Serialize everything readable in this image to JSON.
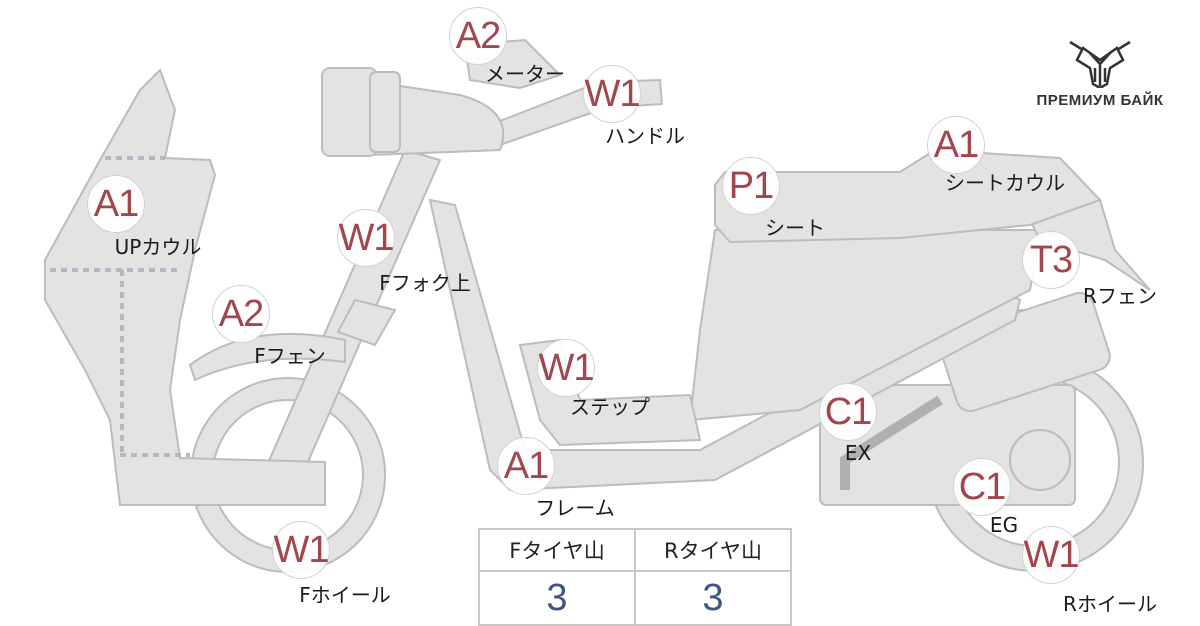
{
  "brand": {
    "name": "ПРЕМИУМ БАЙК",
    "icon": "bull-head-logo"
  },
  "colors": {
    "part_fill": "#e3e3e1",
    "code": "#a2464d",
    "tire_value": "#3f5585"
  },
  "markers": [
    {
      "code": "A2",
      "label": "メーター"
    },
    {
      "code": "W1",
      "label": "ハンドル"
    },
    {
      "code": "A1",
      "label": "UPカウル"
    },
    {
      "code": "W1",
      "label": "Fフォク上"
    },
    {
      "code": "A2",
      "label": "Fフェン"
    },
    {
      "code": "W1",
      "label": "ステップ"
    },
    {
      "code": "P1",
      "label": "シート"
    },
    {
      "code": "A1",
      "label": "シートカウル"
    },
    {
      "code": "T3",
      "label": "Rフェン"
    },
    {
      "code": "C1",
      "label": "EX"
    },
    {
      "code": "A1",
      "label": "フレーム"
    },
    {
      "code": "C1",
      "label": "EG"
    },
    {
      "code": "W1",
      "label": "Fホイール"
    },
    {
      "code": "W1",
      "label": "Rホイール"
    }
  ],
  "tires": {
    "front": {
      "label": "Fタイヤ山",
      "value": "3"
    },
    "rear": {
      "label": "Rタイヤ山",
      "value": "3"
    }
  }
}
